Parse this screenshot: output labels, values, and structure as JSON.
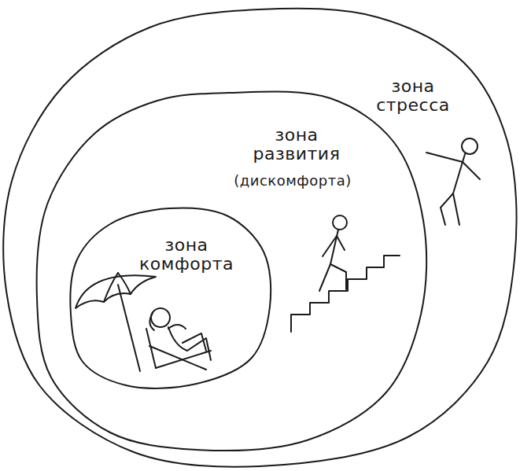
{
  "diagram": {
    "nodes": [
      {
        "text": [
          "зона стресса"
        ]
      },
      {
        "text": [
          "зона развития",
          "(дискомфорта)"
        ],
        "in": 0
      },
      {
        "text": [
          "зона комфорта"
        ],
        "in": 1
      }
    ]
  }
}
